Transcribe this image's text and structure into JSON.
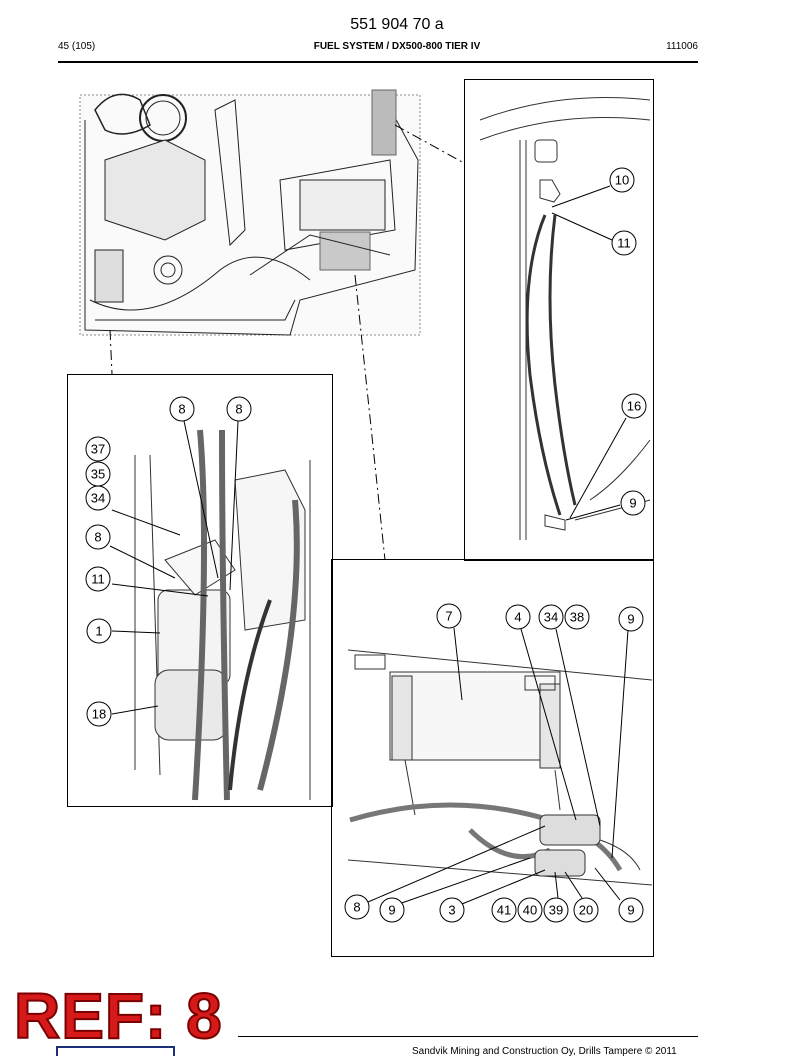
{
  "header": {
    "doc_number": "551 904 70 a",
    "page": "45 (105)",
    "section_title": "FUEL SYSTEM / DX500-800 TIER IV",
    "date_code": "111006"
  },
  "stamp": {
    "label": "REF: 8",
    "color": "#d61a1a"
  },
  "footer": {
    "copyright": "Sandvik Mining and Construction Oy, Drills Tampere © 2011"
  },
  "callouts": {
    "top_right": [
      "10",
      "11",
      "16",
      "9"
    ],
    "middle_left": [
      "8",
      "8",
      "37",
      "35",
      "34",
      "8",
      "11",
      "1",
      "18"
    ],
    "bottom_right_top": [
      "7",
      "4",
      "34",
      "38",
      "9"
    ],
    "bottom_right_bottom": [
      "8",
      "9",
      "3",
      "41",
      "40",
      "39",
      "20",
      "9"
    ]
  }
}
